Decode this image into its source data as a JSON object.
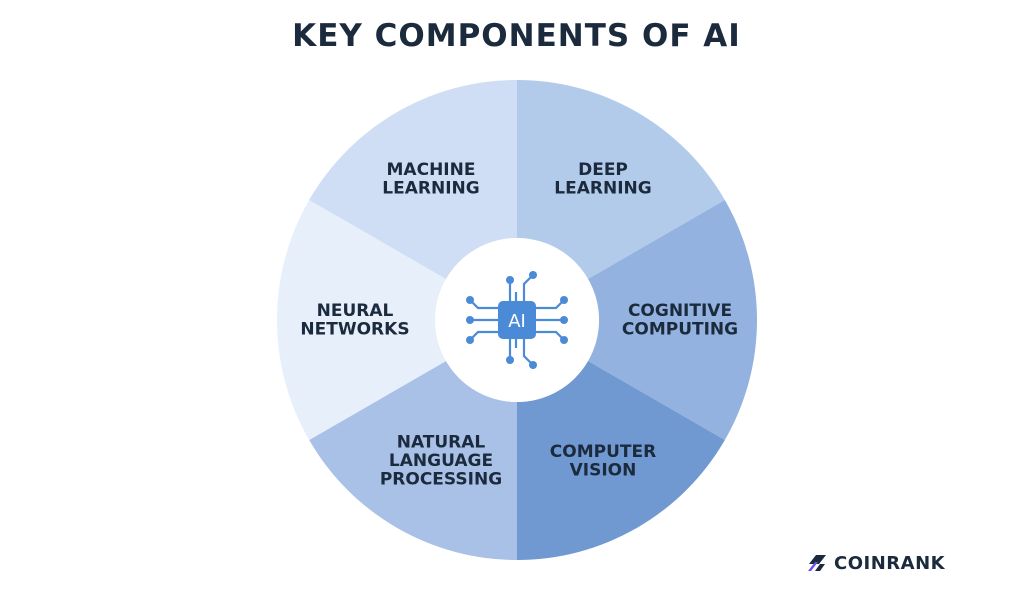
{
  "title": "KEY COMPONENTS OF AI",
  "center_label": "AI",
  "segments": [
    {
      "lines": [
        "DEEP",
        "LEARNING"
      ],
      "color": "#b3cbea"
    },
    {
      "lines": [
        "COGNITIVE",
        "COMPUTING"
      ],
      "color": "#93b2df"
    },
    {
      "lines": [
        "COMPUTER",
        "VISION"
      ],
      "color": "#7099d2"
    },
    {
      "lines": [
        "NATURAL",
        "LANGUAGE",
        "PROCESSING"
      ],
      "color": "#a9c1e7"
    },
    {
      "lines": [
        "NEURAL",
        "NETWORKS"
      ],
      "color": "#e7effb"
    },
    {
      "lines": [
        "MACHINE",
        "LEARNING"
      ],
      "color": "#cfdef4"
    }
  ],
  "brand": {
    "part1": "COIN",
    "part2": "RANK"
  },
  "colors": {
    "title": "#1b2a3d",
    "icon": "#4a8ad6",
    "accent": "#6c4df0"
  }
}
